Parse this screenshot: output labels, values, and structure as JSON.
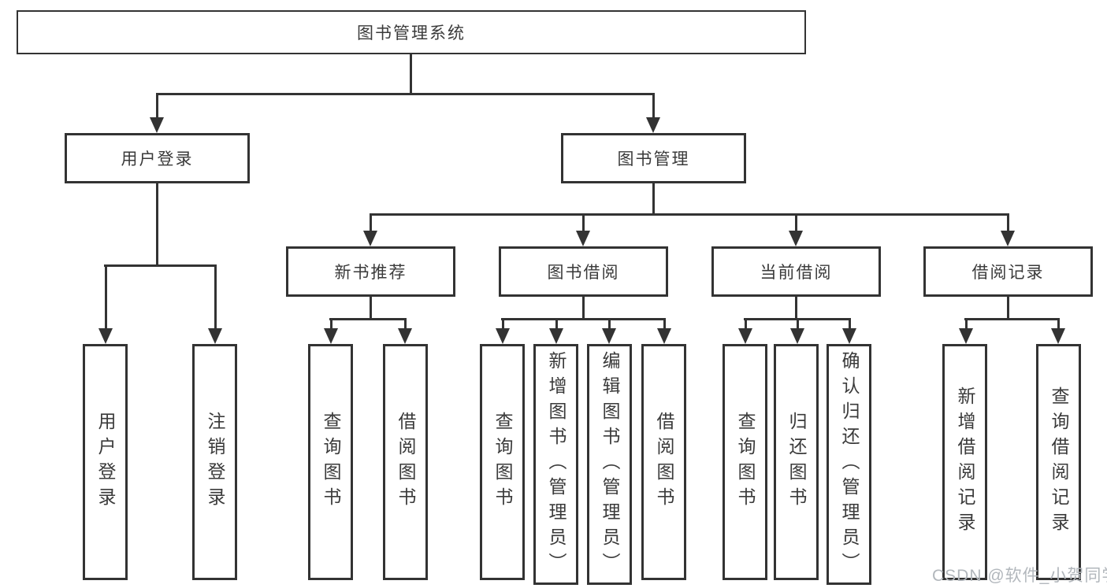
{
  "diagram": {
    "title_note": "functional structure chart",
    "root_label": "图书管理系统",
    "user_login": {
      "label": "用户登录",
      "children": [
        "用户登录",
        "注销登录"
      ]
    },
    "book_mgmt": {
      "label": "图书管理",
      "sections": [
        {
          "label": "新书推荐",
          "children": [
            "查询图书",
            "借阅图书"
          ]
        },
        {
          "label": "图书借阅",
          "children": [
            "查询图书",
            "新增图书（管理员）",
            "编辑图书（管理员）",
            "借阅图书"
          ]
        },
        {
          "label": "当前借阅",
          "children": [
            "查询图书",
            "归还图书",
            "确认归还（管理员）"
          ]
        },
        {
          "label": "借阅记录",
          "children": [
            "新增借阅记录",
            "查询借阅记录"
          ]
        }
      ]
    }
  },
  "watermark": {
    "text": "CSDN @软件_小贺同学",
    "color": "#b2b7bc"
  },
  "colors": {
    "line": "#333333",
    "background": "#ffffff",
    "text": "#3a3a3a"
  }
}
